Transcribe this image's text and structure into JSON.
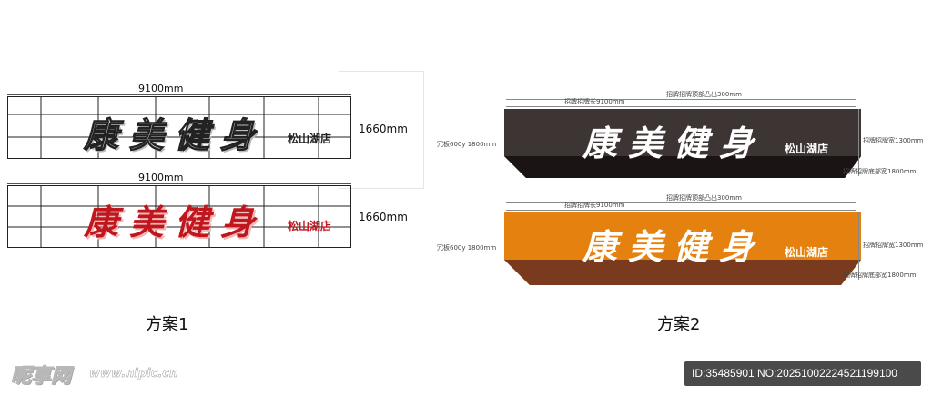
{
  "plan1": {
    "width_label_top": "9100mm",
    "width_label_bottom": "9100mm",
    "height_label_top": "1660mm",
    "height_label_bottom": "1660mm",
    "brand": "康美健身",
    "branch": "松山湖店",
    "caption": "方案1",
    "brand_color_top": "#222222",
    "brand_color_bottom": "#c0161e"
  },
  "plan2": {
    "brand": "康美健身",
    "branch": "松山湖店",
    "caption": "方案2",
    "top_length_label": "招牌招牌长9100mm",
    "top_protrude_label": "招牌招牌顶部凸出300mm",
    "top_left_label": "冗板600y 1800mm",
    "top_right_label_1": "招牌招牌宽1300mm",
    "top_right_label_2": "招牌招牌底部宽1800mm",
    "bottom_length_label": "招牌招牌长9100mm",
    "bottom_protrude_label": "招牌招牌顶部凸出300mm",
    "bottom_left_label": "冗板600y 1800mm",
    "bottom_right_label_1": "招牌招牌宽1300mm",
    "bottom_right_label_2": "招牌招牌底部宽1800mm",
    "color_dark": "#3d3533",
    "color_orange": "#e5820f",
    "color_brown": "#7a3a1d"
  },
  "watermark": {
    "site_logo": "昵享网",
    "site_url": "www.nipic.cn",
    "image_id": "ID:35485901 NO:20251002224521199100"
  }
}
